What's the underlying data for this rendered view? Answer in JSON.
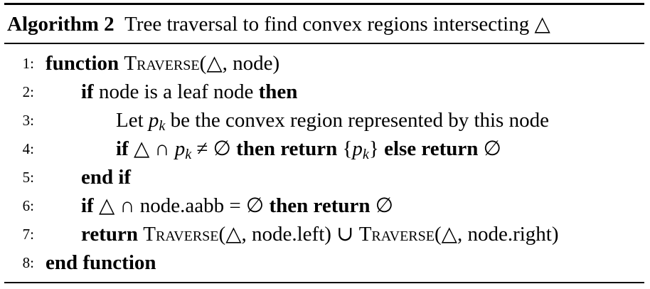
{
  "caption": {
    "label": "Algorithm 2",
    "title": "Tree traversal to find convex regions intersecting △"
  },
  "lines": [
    {
      "num": "1:",
      "segments": [
        {
          "t": "function",
          "kw": true
        },
        {
          "t": " "
        },
        {
          "t": "Traverse",
          "sc": true
        },
        {
          "t": "(△, node)"
        }
      ]
    },
    {
      "num": "2:",
      "segments": [
        {
          "t": "if",
          "kw": true
        },
        {
          "t": " node is a leaf node "
        },
        {
          "t": "then",
          "kw": true
        }
      ]
    },
    {
      "num": "3:",
      "segments": [
        {
          "t": "Let "
        },
        {
          "t": "p",
          "mi": true
        },
        {
          "t": "k",
          "mi": true,
          "sub": true
        },
        {
          "t": " be the convex region represented by this node"
        }
      ]
    },
    {
      "num": "4:",
      "segments": [
        {
          "t": "if",
          "kw": true
        },
        {
          "t": " △ ∩ "
        },
        {
          "t": "p",
          "mi": true
        },
        {
          "t": "k",
          "mi": true,
          "sub": true
        },
        {
          "t": " ≠ ∅ "
        },
        {
          "t": "then return",
          "kw": true
        },
        {
          "t": " {"
        },
        {
          "t": "p",
          "mi": true
        },
        {
          "t": "k",
          "mi": true,
          "sub": true
        },
        {
          "t": "} "
        },
        {
          "t": "else return",
          "kw": true
        },
        {
          "t": " ∅"
        }
      ]
    },
    {
      "num": "5:",
      "segments": [
        {
          "t": "end if",
          "kw": true
        }
      ]
    },
    {
      "num": "6:",
      "segments": [
        {
          "t": "if",
          "kw": true
        },
        {
          "t": " △ ∩ node.aabb = ∅ "
        },
        {
          "t": "then return",
          "kw": true
        },
        {
          "t": " ∅"
        }
      ]
    },
    {
      "num": "7:",
      "segments": [
        {
          "t": "return",
          "kw": true
        },
        {
          "t": " "
        },
        {
          "t": "Traverse",
          "sc": true
        },
        {
          "t": "(△, node.left) ∪ "
        },
        {
          "t": "Traverse",
          "sc": true
        },
        {
          "t": "(△, node.right)"
        }
      ]
    },
    {
      "num": "8:",
      "segments": [
        {
          "t": "end function",
          "kw": true
        }
      ]
    }
  ]
}
